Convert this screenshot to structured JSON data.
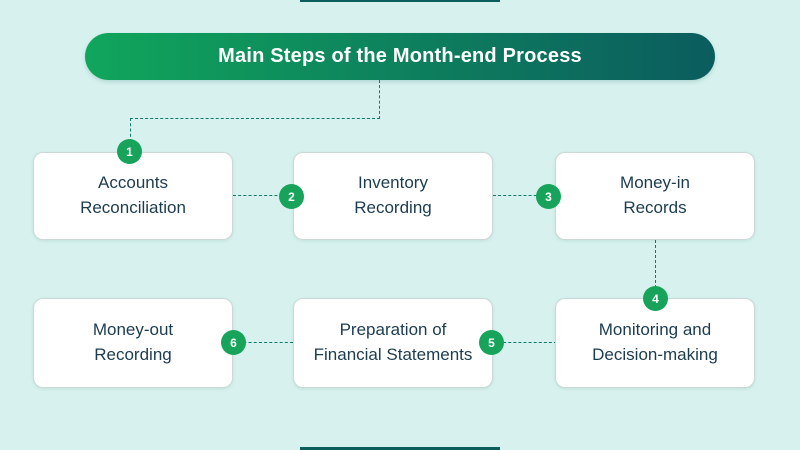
{
  "page": {
    "background": "#d7f2ee"
  },
  "header": {
    "title": "Main Steps of the Month-end Process",
    "gradient_start": "#10a65c",
    "gradient_end": "#0b5c5e"
  },
  "steps": [
    {
      "number": "1",
      "label": "Accounts\nReconciliation"
    },
    {
      "number": "2",
      "label": "Inventory\nRecording"
    },
    {
      "number": "3",
      "label": "Money-in\nRecords"
    },
    {
      "number": "4",
      "label": "Monitoring and\nDecision-making"
    },
    {
      "number": "5",
      "label": "Preparation of\nFinancial Statements"
    },
    {
      "number": "6",
      "label": "Money-out\nRecording"
    }
  ],
  "colors": {
    "badge_green": "#17a45a",
    "connector_teal": "#0f7b6b",
    "card_text": "#1c3c50",
    "accent_bar": "#0b5e5c"
  }
}
